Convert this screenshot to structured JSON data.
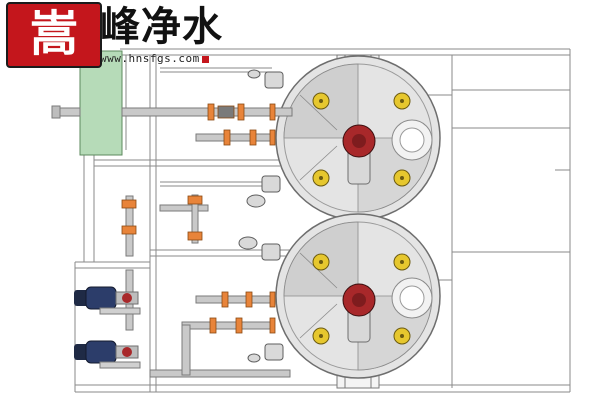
{
  "brand": {
    "logo_char": "嵩",
    "name": "峰净水",
    "url": "www.hnsfgs.com"
  },
  "colors": {
    "line": "#7a7a7a",
    "tank_fill": "#e4e4e4",
    "tank_light": "#f0f0f0",
    "pipe": "#c9c9c9",
    "tank_green": "#b6dbb8",
    "motor_red": "#a8282a",
    "pump_blue": "#2c3d6a",
    "valve_orange": "#e8843a",
    "yellow_mark": "#e6c72e",
    "brand_red": "#c4161c"
  },
  "components": {
    "tanks": [
      "upper-tank",
      "lower-tank"
    ],
    "motors": [
      "upper-agitator-motor",
      "lower-agitator-motor"
    ],
    "dosing_pumps": [
      "upper-dosing-pump",
      "lower-dosing-pump"
    ],
    "chemical_tank": "chemical-tank"
  }
}
